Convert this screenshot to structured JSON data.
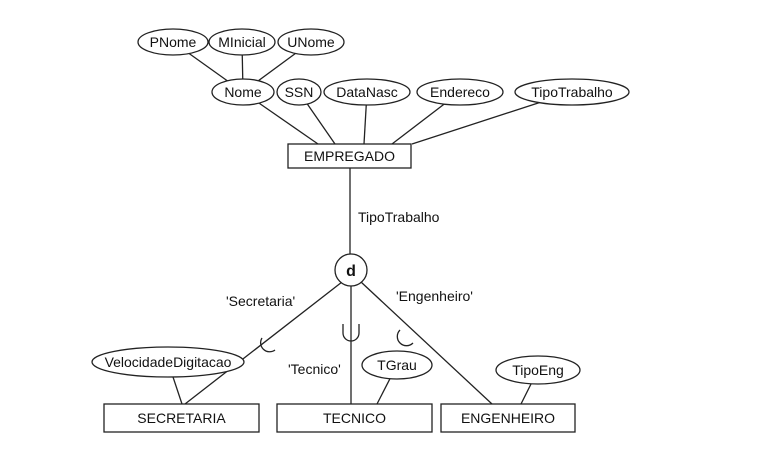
{
  "entities": {
    "empregado": "EMPREGADO",
    "secretaria": "SECRETARIA",
    "tecnico": "TECNICO",
    "engenheiro": "ENGENHEIRO"
  },
  "attributes": {
    "pnome": "PNome",
    "minicial": "MInicial",
    "unome": "UNome",
    "nome": "Nome",
    "ssn": "SSN",
    "datanasc": "DataNasc",
    "endereco": "Endereco",
    "tipotrabalho": "TipoTrabalho",
    "velocidade": "VelocidadeDigitacao",
    "tgrau": "TGrau",
    "tipoeng": "TipoEng"
  },
  "specialization": {
    "discriminator": "TipoTrabalho",
    "symbol": "d",
    "conditions": {
      "secretaria": "'Secretaria'",
      "tecnico": "'Tecnico'",
      "engenheiro": "'Engenheiro'"
    }
  }
}
